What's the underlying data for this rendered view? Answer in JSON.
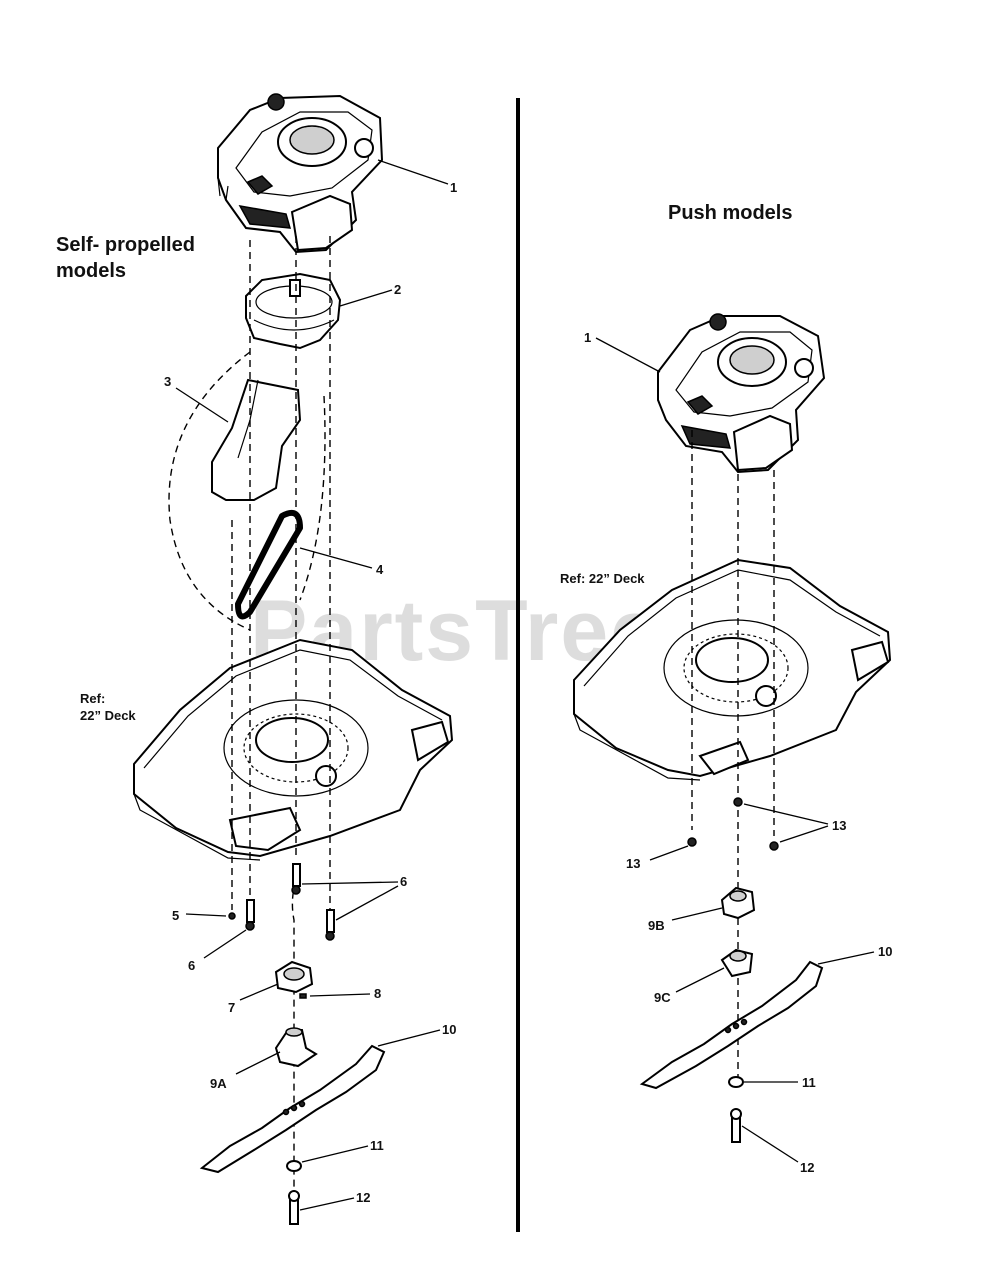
{
  "diagram": {
    "self_propelled": {
      "title": "Self- propelled\nmodels",
      "ref_deck": "Ref:\n22” Deck",
      "callouts": [
        "1",
        "2",
        "3",
        "4",
        "5",
        "6",
        "6",
        "7",
        "8",
        "9A",
        "10",
        "11",
        "12"
      ]
    },
    "push": {
      "title": "Push models",
      "ref_deck": "Ref: 22” Deck",
      "callouts": [
        "1",
        "13",
        "13",
        "9B",
        "9C",
        "10",
        "11",
        "12"
      ]
    },
    "watermark": "PartsTree"
  }
}
